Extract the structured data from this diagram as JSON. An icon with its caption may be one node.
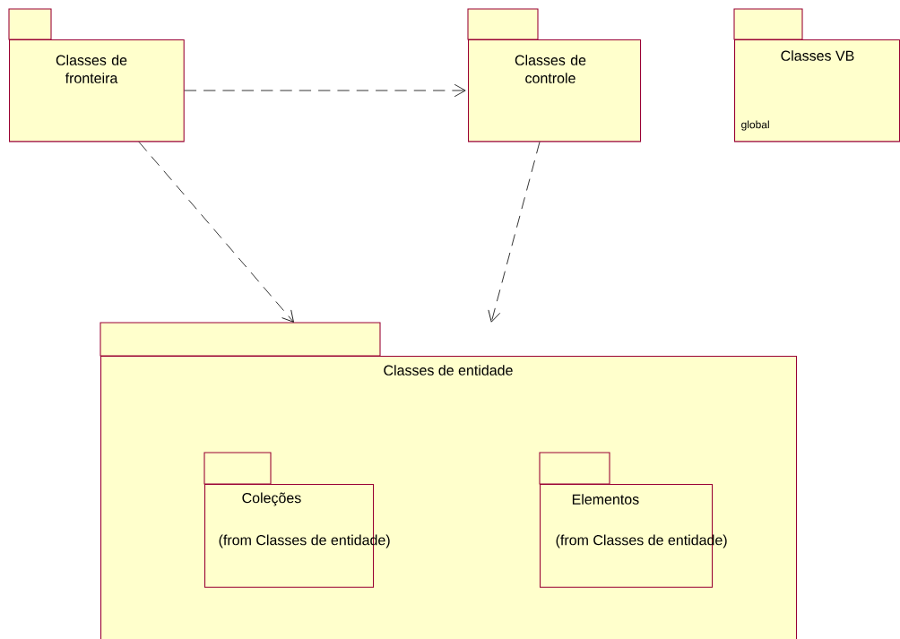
{
  "diagram": {
    "nodes": [
      {
        "text": [
          "Classes de fronteira"
        ]
      },
      {
        "text": [
          "Classes de controle"
        ]
      },
      {
        "text": [
          "Classes VB",
          "global"
        ]
      },
      {
        "text": [
          "Classes de entidade"
        ]
      },
      {
        "text": [
          "Coleções",
          "(from Classes de entidade)"
        ],
        "in": 3
      },
      {
        "text": [
          "Elementos",
          "(from Classes de entidade)"
        ],
        "in": 3
      }
    ],
    "edges": [
      {
        "from": 0,
        "to": 1,
        "arrow": "to",
        "style": "dashed"
      },
      {
        "from": 0,
        "to": 3,
        "arrow": "to",
        "style": "dashed"
      },
      {
        "from": 1,
        "to": 3,
        "arrow": "to",
        "style": "dashed"
      }
    ]
  }
}
